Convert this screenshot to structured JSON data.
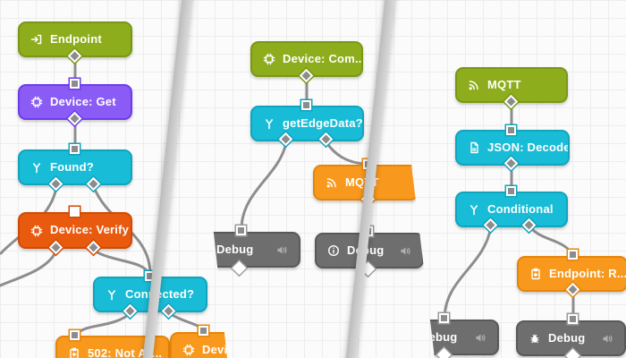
{
  "app": {
    "view": "workflow-canvas"
  },
  "colors": {
    "trigger_green": "#8dad1d",
    "device_purple": "#8a5cf5",
    "logic_cyan": "#19bcd6",
    "verify_red": "#e85a0e",
    "output_orange": "#f8991d",
    "debug_gray": "#6e6e6e",
    "wire": "#8d8d8d",
    "divider": "#c9c9c9"
  },
  "panels": {
    "left": {
      "nodes": {
        "endpoint": {
          "label": "Endpoint",
          "icon": "endpoint-arrow-icon"
        },
        "device_get": {
          "label": "Device: Get",
          "icon": "chip-icon"
        },
        "found": {
          "label": "Found?",
          "icon": "branch-icon"
        },
        "device_verify": {
          "label": "Device: Verify",
          "icon": "chip-icon"
        },
        "connected": {
          "label": "Connected?",
          "icon": "branch-icon"
        },
        "reply_502": {
          "label": "502: Not Av...",
          "icon": "clipboard-reply-icon"
        },
        "device_partial": {
          "label": "Devic...",
          "icon": "chip-icon"
        }
      }
    },
    "middle": {
      "nodes": {
        "device_com": {
          "label": "Device: Com...",
          "icon": "chip-icon"
        },
        "get_edge_data": {
          "label": "getEdgeData?",
          "icon": "branch-icon"
        },
        "mqtt": {
          "label": "MQTT",
          "icon": "broadcast-icon"
        },
        "debug_left": {
          "label": "Debug",
          "icon": "speaker-icon"
        },
        "debug_right": {
          "label": "Debug",
          "icon": "info-icon"
        }
      }
    },
    "right": {
      "nodes": {
        "mqtt": {
          "label": "MQTT",
          "icon": "broadcast-icon"
        },
        "json_decode": {
          "label": "JSON: Decode",
          "icon": "document-icon"
        },
        "conditional": {
          "label": "Conditional",
          "icon": "branch-icon"
        },
        "endpoint_reply": {
          "label": "Endpoint: R...",
          "icon": "clipboard-reply-icon"
        },
        "debug_left": {
          "label": "Debug",
          "icon": "speaker-icon"
        },
        "debug_right": {
          "label": "Debug",
          "icon": "bug-icon"
        }
      }
    }
  }
}
